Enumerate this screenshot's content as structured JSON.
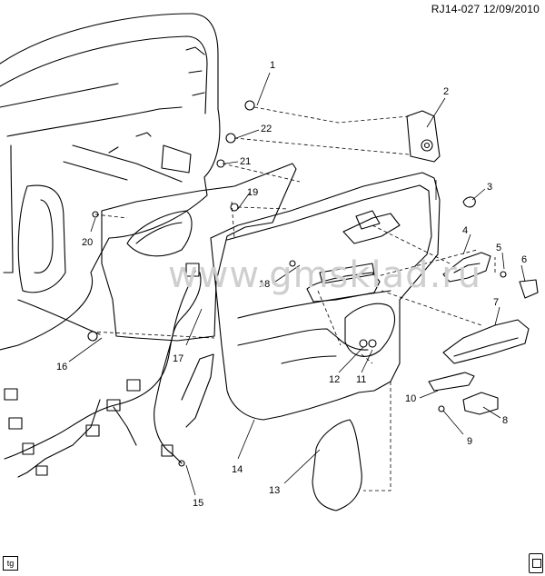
{
  "header": {
    "ref": "RJ14-027",
    "date": "12/09/2010"
  },
  "watermark": "www.gmsklad.ru",
  "figure_tag": "tg",
  "callouts": [
    "1",
    "2",
    "3",
    "4",
    "5",
    "6",
    "7",
    "8",
    "9",
    "10",
    "11",
    "12",
    "13",
    "14",
    "15",
    "16",
    "17",
    "18",
    "19",
    "20",
    "21",
    "22"
  ]
}
